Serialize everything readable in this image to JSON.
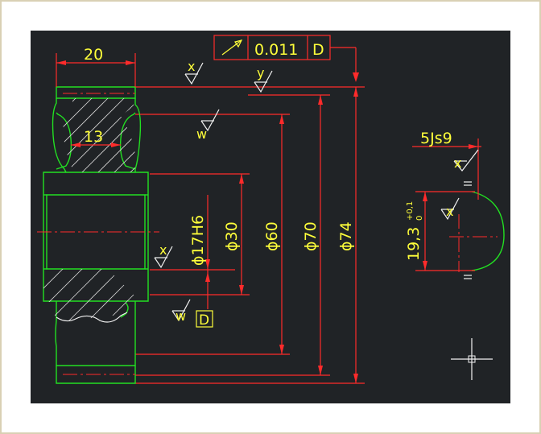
{
  "dimensions": {
    "width_top": "20",
    "hub_width": "13",
    "bore_diameter": "ϕ17H6",
    "d30": "ϕ30",
    "d60": "ϕ60",
    "d70": "ϕ70",
    "d74": "ϕ74",
    "keyway_width": "5Js9",
    "keyway_depth_main": "19,3",
    "keyway_depth_upper_tol": "+0,1",
    "keyway_depth_lower_tol": "0"
  },
  "tolerance_frame": {
    "value": "0.011",
    "datum": "D"
  },
  "datum_label": "D",
  "surface_marks": {
    "x": "x",
    "y": "y",
    "w": "w"
  },
  "colors": {
    "background": "#202326",
    "dimension": "#ff2b2b",
    "outline": "#22e022",
    "text": "#ffff3a",
    "frame": "#d9d0b4"
  }
}
